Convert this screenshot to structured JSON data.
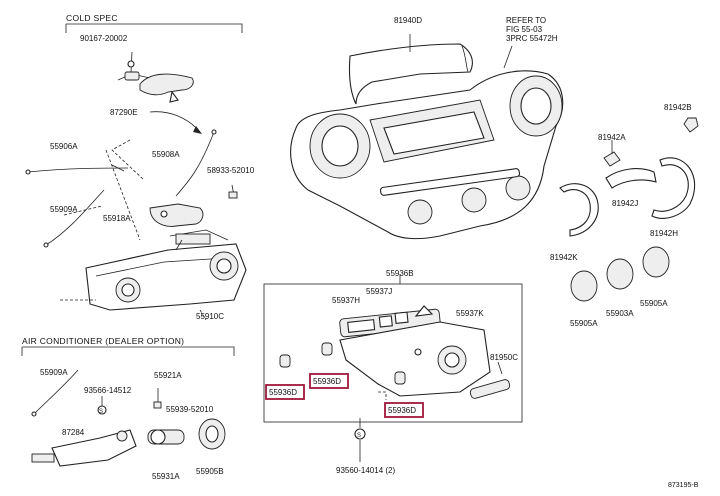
{
  "sections": {
    "cold_spec": "COLD SPEC",
    "air_conditioner": "AIR CONDITIONER (DEALER OPTION)"
  },
  "note_lines": [
    "REFER TO",
    "FIG 55-03",
    "3PRC 55472H"
  ],
  "diagram_id": "873195-B",
  "labels": {
    "p90167_20002": "90167-20002",
    "p87290e": "87290E",
    "p55906a": "55906A",
    "p55908a": "55908A",
    "p58933_52010": "58933-52010",
    "p55909a_top": "55909A",
    "p55918a": "55918A",
    "p55910c": "55910C",
    "p81940d": "81940D",
    "p81942b": "81942B",
    "p81942a": "81942A",
    "p81942j": "81942J",
    "p81942h": "81942H",
    "p81942k": "81942K",
    "p55905a_1": "55905A",
    "p55903a": "55903A",
    "p55905a_2": "55905A",
    "p55936b": "55936B",
    "p55937j": "55937J",
    "p55937h": "55937H",
    "p55937k": "55937K",
    "p55936d_1": "55936D",
    "p55936d_2": "55936D",
    "p55936d_3": "55936D",
    "p81950c": "81950C",
    "p93560": "93560-14014 (2)",
    "p55909a_bottom": "55909A",
    "p93566": "93566-14512",
    "p55921a": "55921A",
    "p55939": "55939-52010",
    "p87284": "87284",
    "p55931a": "55931A",
    "p55905b": "55905B"
  }
}
